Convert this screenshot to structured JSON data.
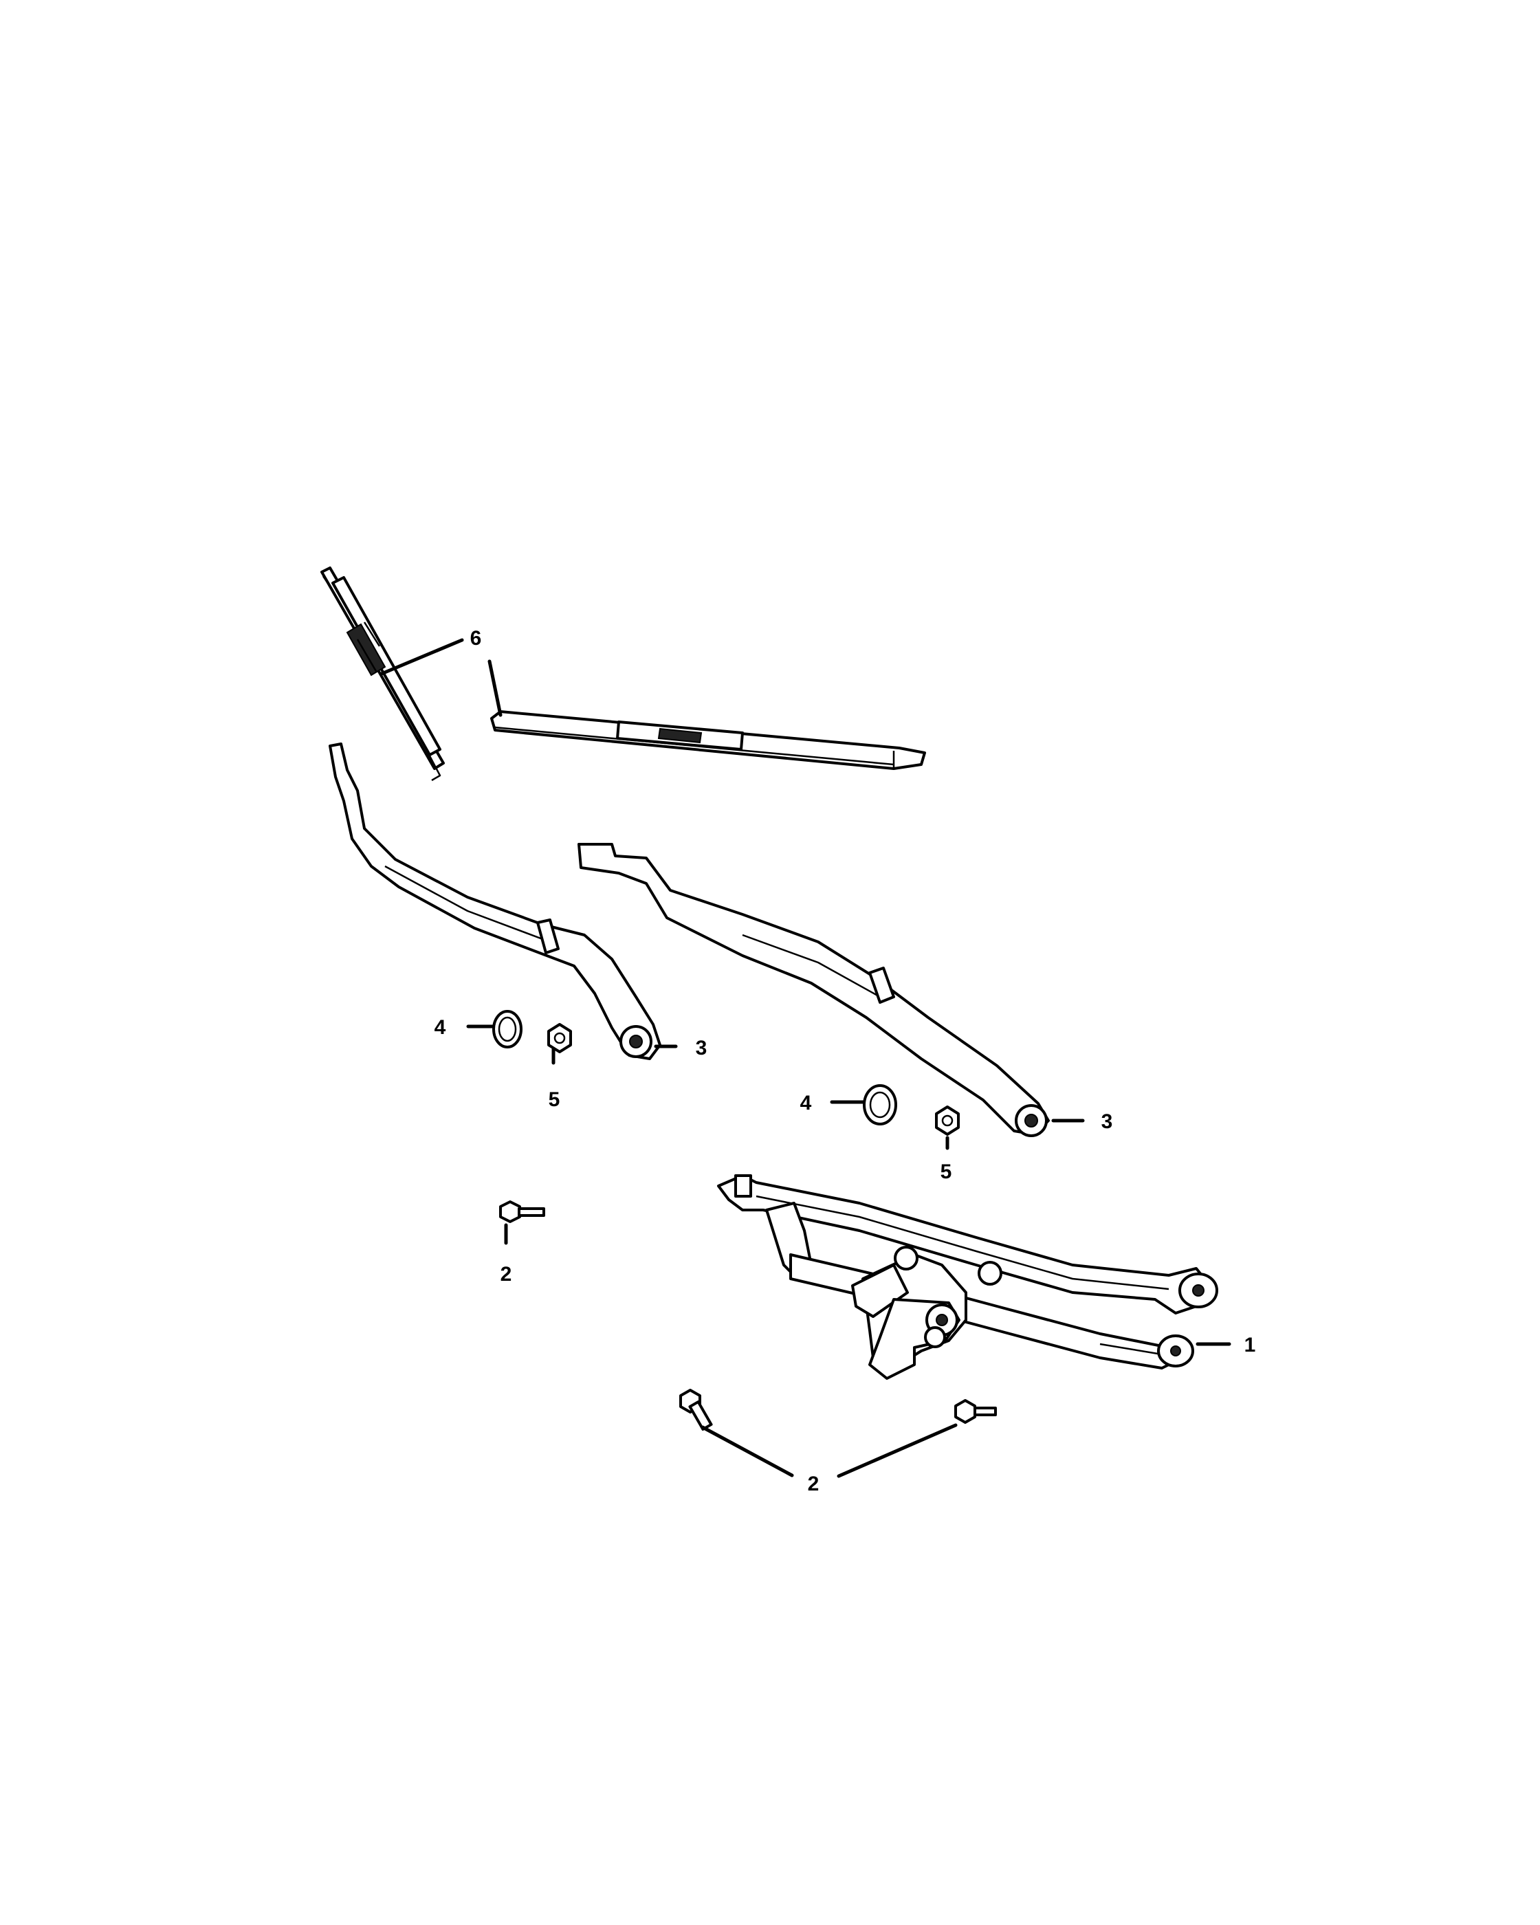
{
  "diagram": {
    "type": "exploded-parts-diagram",
    "colors": {
      "ink": "#000000",
      "paper": "#ffffff"
    },
    "callouts": [
      {
        "id": "c6",
        "label": "6"
      },
      {
        "id": "c4a",
        "label": "4"
      },
      {
        "id": "c5a",
        "label": "5"
      },
      {
        "id": "c3a",
        "label": "3"
      },
      {
        "id": "c4b",
        "label": "4"
      },
      {
        "id": "c5b",
        "label": "5"
      },
      {
        "id": "c3b",
        "label": "3"
      },
      {
        "id": "c2a",
        "label": "2"
      },
      {
        "id": "c1",
        "label": "1"
      },
      {
        "id": "c2b",
        "label": "2"
      }
    ]
  }
}
